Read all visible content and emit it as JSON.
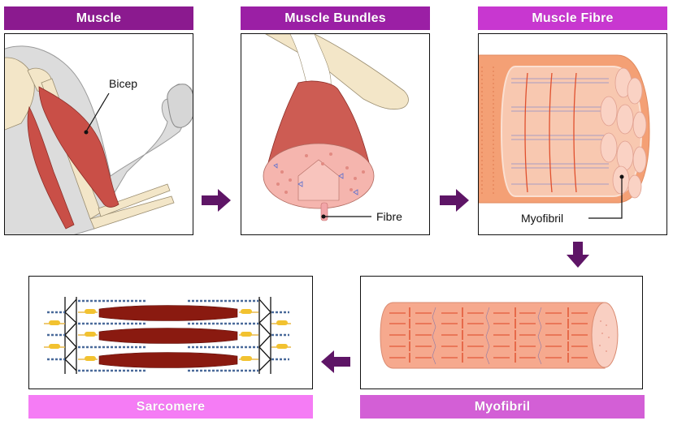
{
  "title": "Muscle structure hierarchy",
  "stages": [
    {
      "id": "muscle",
      "header": "Muscle",
      "label": "Bicep",
      "header_color": "#8b1a8f"
    },
    {
      "id": "muscle-bundles",
      "header": "Muscle Bundles",
      "label": "Fibre",
      "header_color": "#9b1fa5"
    },
    {
      "id": "muscle-fibre",
      "header": "Muscle Fibre",
      "label": "Myofibril",
      "header_color": "#c837d0"
    },
    {
      "id": "myofibril",
      "header": "Myofibril",
      "header_color": "#d35fd6"
    },
    {
      "id": "sarcomere",
      "header": "Sarcomere",
      "header_color": "#f57cf5"
    }
  ],
  "arrow_color": "#5e1566",
  "flow": [
    "right",
    "right",
    "down",
    "left"
  ]
}
